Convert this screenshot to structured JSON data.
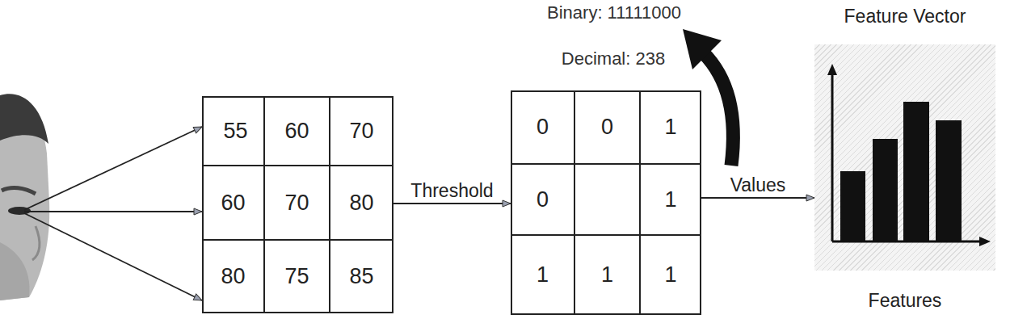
{
  "diagram": {
    "nodes": [
      {
        "text": [
          "55",
          "60",
          "70",
          "60",
          "70",
          "80",
          "80",
          "75",
          "85"
        ]
      },
      {
        "text": [
          "0",
          "0",
          "1",
          "0",
          "1",
          "1",
          "1",
          "1"
        ]
      },
      {
        "text": [
          "Feature Vector",
          "Features"
        ]
      }
    ],
    "edges": [
      {
        "from": 0,
        "to": 1,
        "arrow": "to",
        "label": "Threshold"
      },
      {
        "from": 1,
        "to": 2,
        "arrow": "to",
        "label": "Values"
      }
    ],
    "labels": [
      "Binary: 11111000",
      "Decimal: 238"
    ]
  }
}
